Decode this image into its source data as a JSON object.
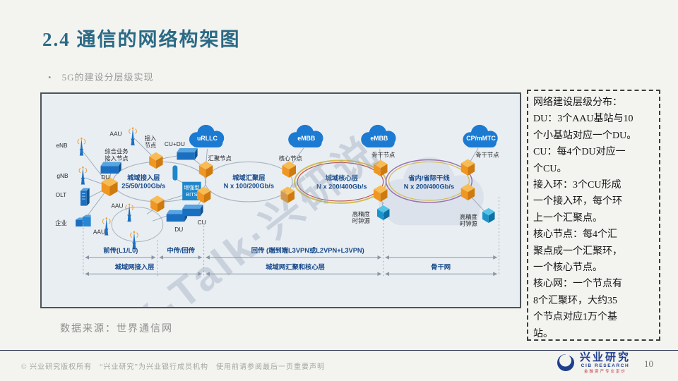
{
  "slide": {
    "title": "2.4 通信的网络构架图",
    "bullet_dot": "•",
    "bullet": "5G的建设分层级实现",
    "source": "数据来源：世界通信网",
    "watermark": "X-Talk·兴研说",
    "footer": "© 兴业研究版权所有　“兴业研究”为兴业银行成员机构　使用前请参阅最后一页重要声明",
    "page_number": "10"
  },
  "logo": {
    "name_cn": "兴业研究",
    "name_en": "CIB RESEARCH",
    "tagline": "金融资产专业定价"
  },
  "annotation": {
    "lines": [
      "网络建设层级分布：",
      "DU：3个AAU基站与10",
      "个小基站对应一个DU。",
      "CU：每4个DU对应一",
      "个CU。",
      "接入环：3个CU形成",
      "一个接入环，每个环",
      "上一个汇聚点。",
      "核心节点：每4个汇",
      "聚点成一个汇聚环，",
      "一个核心节点。",
      "核心网：一个节点有",
      "8个汇聚环，大约35",
      "个节点对应1万个基",
      "站。"
    ]
  },
  "diagram": {
    "clouds": {
      "urllc": "uRLLC",
      "embb1": "eMBB",
      "embb2": "eMBB",
      "cpmmtc": "CP/mMTC"
    },
    "nodes": {
      "enb": "eNB",
      "gnb": "gNB",
      "olt": "OLT",
      "qiye": "企业",
      "aau_top": "AAU",
      "aau_mid": "AAU",
      "aau_bottom": "AAU",
      "zonghe1": "综合业务",
      "zonghe2": "接入节点",
      "jieru1": "接入",
      "jieru2": "节点",
      "cudu": "CU+DU",
      "du_left": "DU",
      "du_mid": "DU",
      "cu_mid": "CU",
      "bits1": "增强型",
      "bits2": "BITS",
      "huiju": "汇聚节点",
      "hexin": "核心节点",
      "gugan1": "骨干节点",
      "gugan2": "骨干节点",
      "clock1a": "高精度",
      "clock1b": "时钟源",
      "clock2a": "高精度",
      "clock2b": "时钟源"
    },
    "layers": {
      "access1": "城域接入层",
      "access2": "25/50/100Gb/s",
      "agg1": "城域汇聚层",
      "agg2": "N x 100/200Gb/s",
      "core1": "城域核心层",
      "core2": "N x 200/400Gb/s",
      "trunk1": "省内/省际干线",
      "trunk2": "N x 200/400Gb/s"
    },
    "spans": {
      "row1a": "前传(L1/L0)",
      "row1b": "中传/回传",
      "row1c": "回传 (端到端L3VPN或L2VPN+L3VPN)",
      "row2a": "城域网接入层",
      "row2b": "城域网汇聚和核心层",
      "row2c": "骨干网"
    }
  }
}
